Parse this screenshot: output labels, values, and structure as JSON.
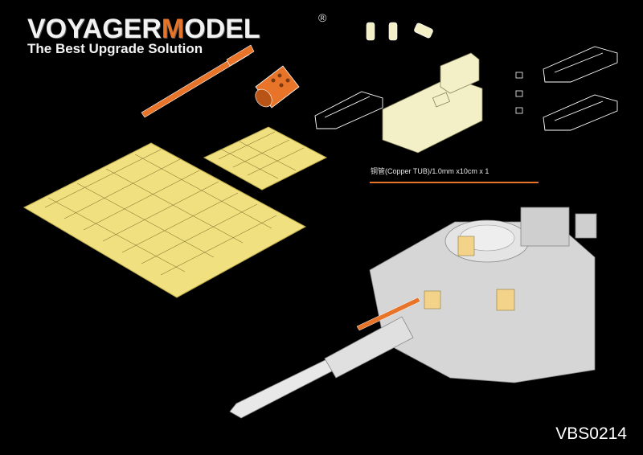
{
  "brand": {
    "name_part1": "VOYAGER",
    "name_part2": "M",
    "name_part3": "ODEL",
    "registered_mark": "®",
    "tagline": "The Best Upgrade Solution"
  },
  "caption": {
    "text": "铜管(Copper TUB)/1.0mm x10cm x 1"
  },
  "product_code": "VBS0214",
  "colors": {
    "background": "#000000",
    "accent": "#e8742a",
    "etch_brass": "#f0e080",
    "resin": "#f3f0c8",
    "part_outline": "#ffffff"
  }
}
